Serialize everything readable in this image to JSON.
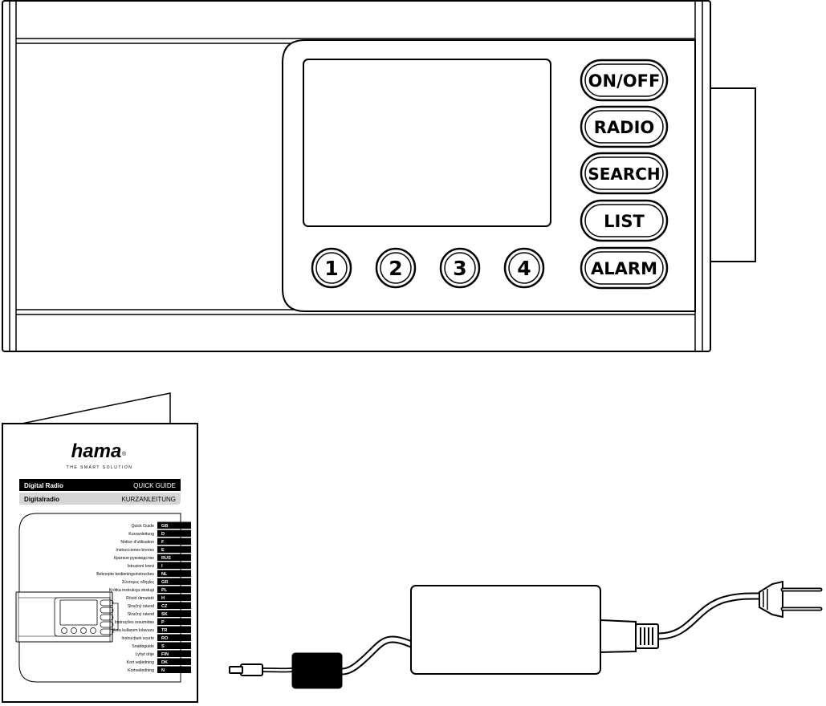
{
  "radio": {
    "buttons": {
      "power": "ON/OFF",
      "radio": "RADIO",
      "search": "SEARCH",
      "list": "LIST",
      "alarm": "ALARM"
    },
    "presets": [
      "1",
      "2",
      "3",
      "4"
    ]
  },
  "booklet": {
    "brand": "hama",
    "brand_mark": "®",
    "tagline": "THE SMART SOLUTION",
    "title_en": "Digital Radio",
    "subtitle_en": "QUICK GUIDE",
    "title_de": "Digitalradio",
    "subtitle_de": "KURZANLEITUNG",
    "languages": [
      {
        "label": "Quick Guide",
        "code": "GB"
      },
      {
        "label": "Kurzanleitung",
        "code": "D"
      },
      {
        "label": "Notice d'utilisation",
        "code": "F"
      },
      {
        "label": "Instrucciones breves",
        "code": "E"
      },
      {
        "label": "Краткое руководство",
        "code": "RUS"
      },
      {
        "label": "Istruzioni brevi",
        "code": "I"
      },
      {
        "label": "Beknopte bedieningsinstructies",
        "code": "NL"
      },
      {
        "label": "Σύντομες οδηγίες",
        "code": "GR"
      },
      {
        "label": "Krótka instrukcja obsługi",
        "code": "PL"
      },
      {
        "label": "Rövid útmutató",
        "code": "H"
      },
      {
        "label": "Stručný návod",
        "code": "CZ"
      },
      {
        "label": "Stručný návod",
        "code": "SK"
      },
      {
        "label": "Instruções resumidas",
        "code": "P"
      },
      {
        "label": "Kısa kullanım kılavuzu",
        "code": "TR"
      },
      {
        "label": "Instrucțiuni scurte",
        "code": "RO"
      },
      {
        "label": "Snabbguide",
        "code": "S"
      },
      {
        "label": "Lyhyt ohje",
        "code": "FIN"
      },
      {
        "label": "Kort vejledning",
        "code": "DK"
      },
      {
        "label": "Kortveiledning",
        "code": "N"
      }
    ]
  }
}
